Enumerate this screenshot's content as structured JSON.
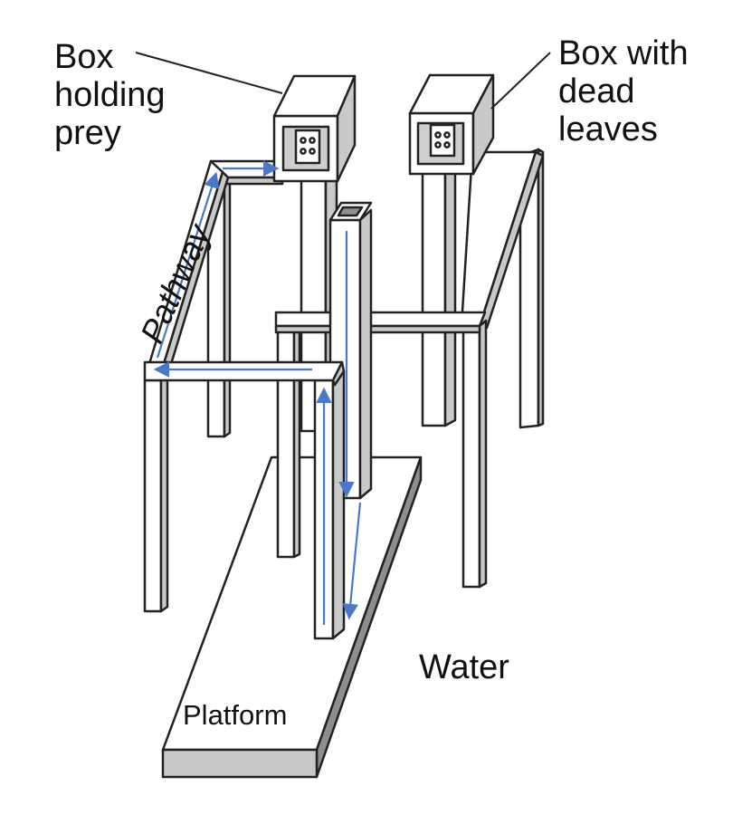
{
  "labels": {
    "box_prey": [
      "Box",
      "holding",
      "prey"
    ],
    "box_leaves": [
      "Box with",
      "dead",
      "leaves"
    ],
    "pathway": "Pathway",
    "water": "Water",
    "platform": "Platform"
  },
  "colors": {
    "stroke": "#222222",
    "fill": "#ffffff",
    "shade": "#c9c9c9",
    "dark_shade": "#8e8e8e",
    "arrow": "#4a78c8",
    "text": "#111111"
  }
}
